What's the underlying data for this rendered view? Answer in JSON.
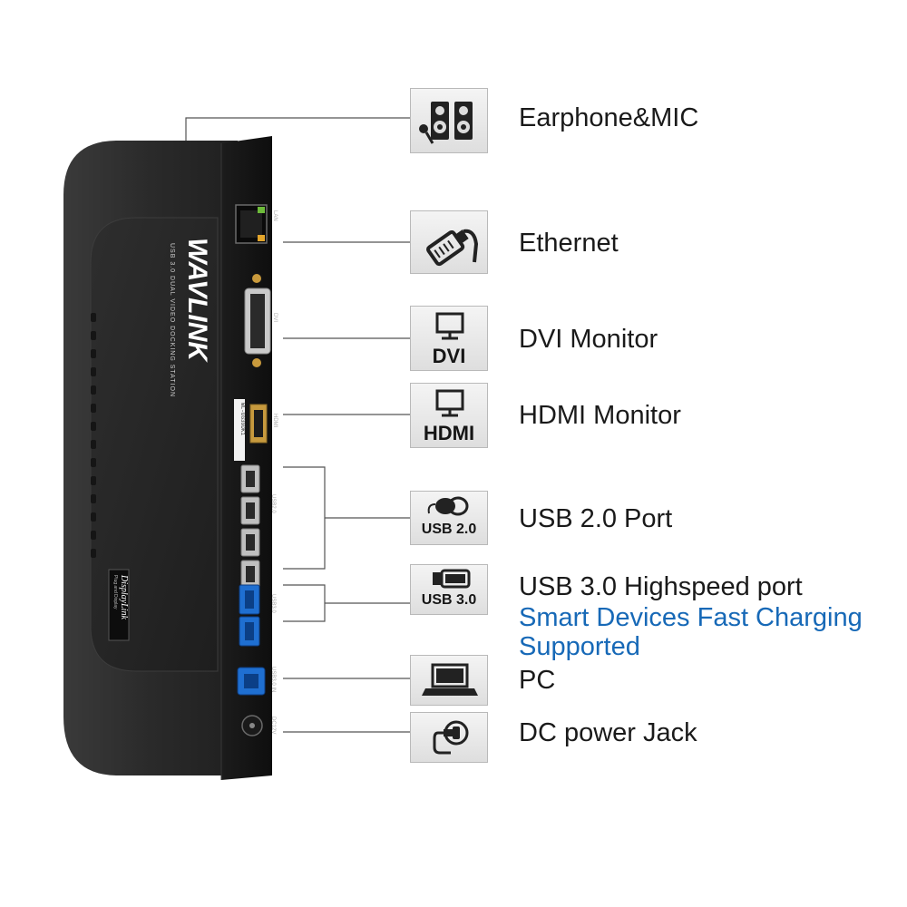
{
  "device": {
    "brand": "WAVLINK",
    "subtitle": "USB 3.0 DUAL VIDEO DOCKING STATION",
    "displaylink_badge": "DisplayLink",
    "displaylink_tagline": "Plug and Display",
    "serial_sticker": "WL-UG39DK1",
    "port_labels": {
      "lan": "LAN",
      "dvi": "DVI",
      "hdmi": "HDMI",
      "usb2": "USB2.0",
      "usb3": "USB3.0",
      "usb3_in": "USB3.0 IN",
      "dc": "DC12V"
    }
  },
  "features": [
    {
      "icon": "speakers-mic-icon",
      "label": "Earphone&MIC"
    },
    {
      "icon": "ethernet-cable-icon",
      "label": "Ethernet"
    },
    {
      "icon": "monitor-icon",
      "badge": "DVI",
      "label": "DVI Monitor"
    },
    {
      "icon": "monitor-icon",
      "badge": "HDMI",
      "label": "HDMI Monitor"
    },
    {
      "icon": "mouse-icon",
      "badge": "USB 2.0",
      "label": "USB 2.0 Port"
    },
    {
      "icon": "usb-stick-icon",
      "badge": "USB 3.0",
      "label": "USB 3.0 Highspeed port",
      "note_line1": "Smart Devices Fast Charging",
      "note_line2": "Supported"
    },
    {
      "icon": "laptop-icon",
      "label": "PC"
    },
    {
      "icon": "power-plug-icon",
      "label": "DC power Jack"
    }
  ],
  "colors": {
    "device_body": "#2b2b2b",
    "device_front": "#141414",
    "usb3_port": "#1f6fd1",
    "note_text": "#1769b7",
    "connector_line": "#555555"
  }
}
